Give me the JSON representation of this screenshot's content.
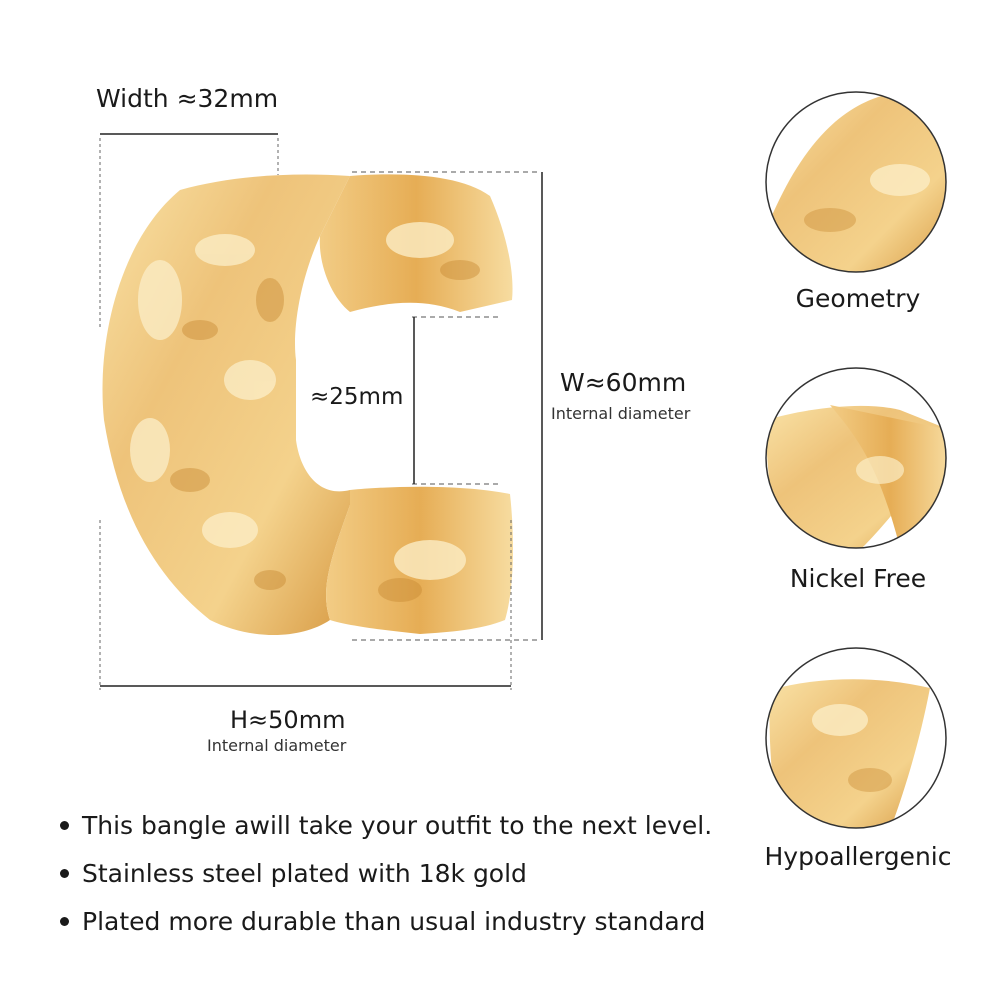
{
  "dimensions": {
    "width_label": "Width ≈32mm",
    "gap_label": "≈25mm",
    "w_label": "W≈60mm",
    "w_sublabel": "Internal diameter",
    "h_label": "H≈50mm",
    "h_sublabel": "Internal diameter"
  },
  "features": [
    {
      "label": "Geometry"
    },
    {
      "label": "Nickel Free"
    },
    {
      "label": "Hypoallergenic"
    }
  ],
  "bullets": [
    "This bangle awill take your outfit to the next level.",
    "Stainless steel plated with 18k gold",
    "Plated more durable than usual industry standard"
  ],
  "colors": {
    "gold_light": "#f6d893",
    "gold_mid": "#e8b55e",
    "gold_dark": "#c98a2e",
    "line": "#222222",
    "dashed": "#555555"
  }
}
